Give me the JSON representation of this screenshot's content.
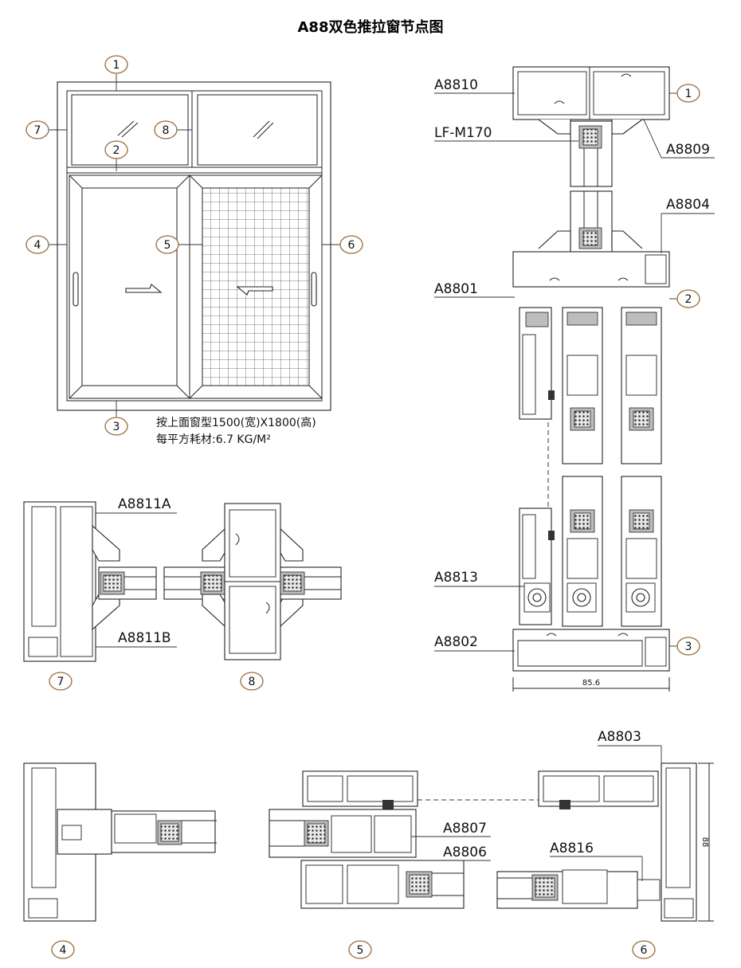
{
  "title": "A88双色推拉窗节点图",
  "note": {
    "line1": "按上面窗型1500(宽)X1800(高)",
    "line2": "每平方耗材:6.7 KG/M²"
  },
  "callouts": [
    "1",
    "2",
    "3",
    "4",
    "5",
    "6",
    "7",
    "8"
  ],
  "profile_labels": {
    "a8810": "A8810",
    "lfm170": "LF-M170",
    "a8809": "A8809",
    "a8804": "A8804",
    "a8801": "A8801",
    "a8813": "A8813",
    "a8802": "A8802",
    "a8811a": "A8811A",
    "a8811b": "A8811B",
    "a8803": "A8803",
    "a8807": "A8807",
    "a8806": "A8806",
    "a8816": "A8816"
  },
  "dimensions": {
    "width": "85.6",
    "height": "88"
  },
  "colors": {
    "line": "#222222",
    "callout_ring": "#9a6a3a",
    "gasket": "#bdbdbd"
  }
}
